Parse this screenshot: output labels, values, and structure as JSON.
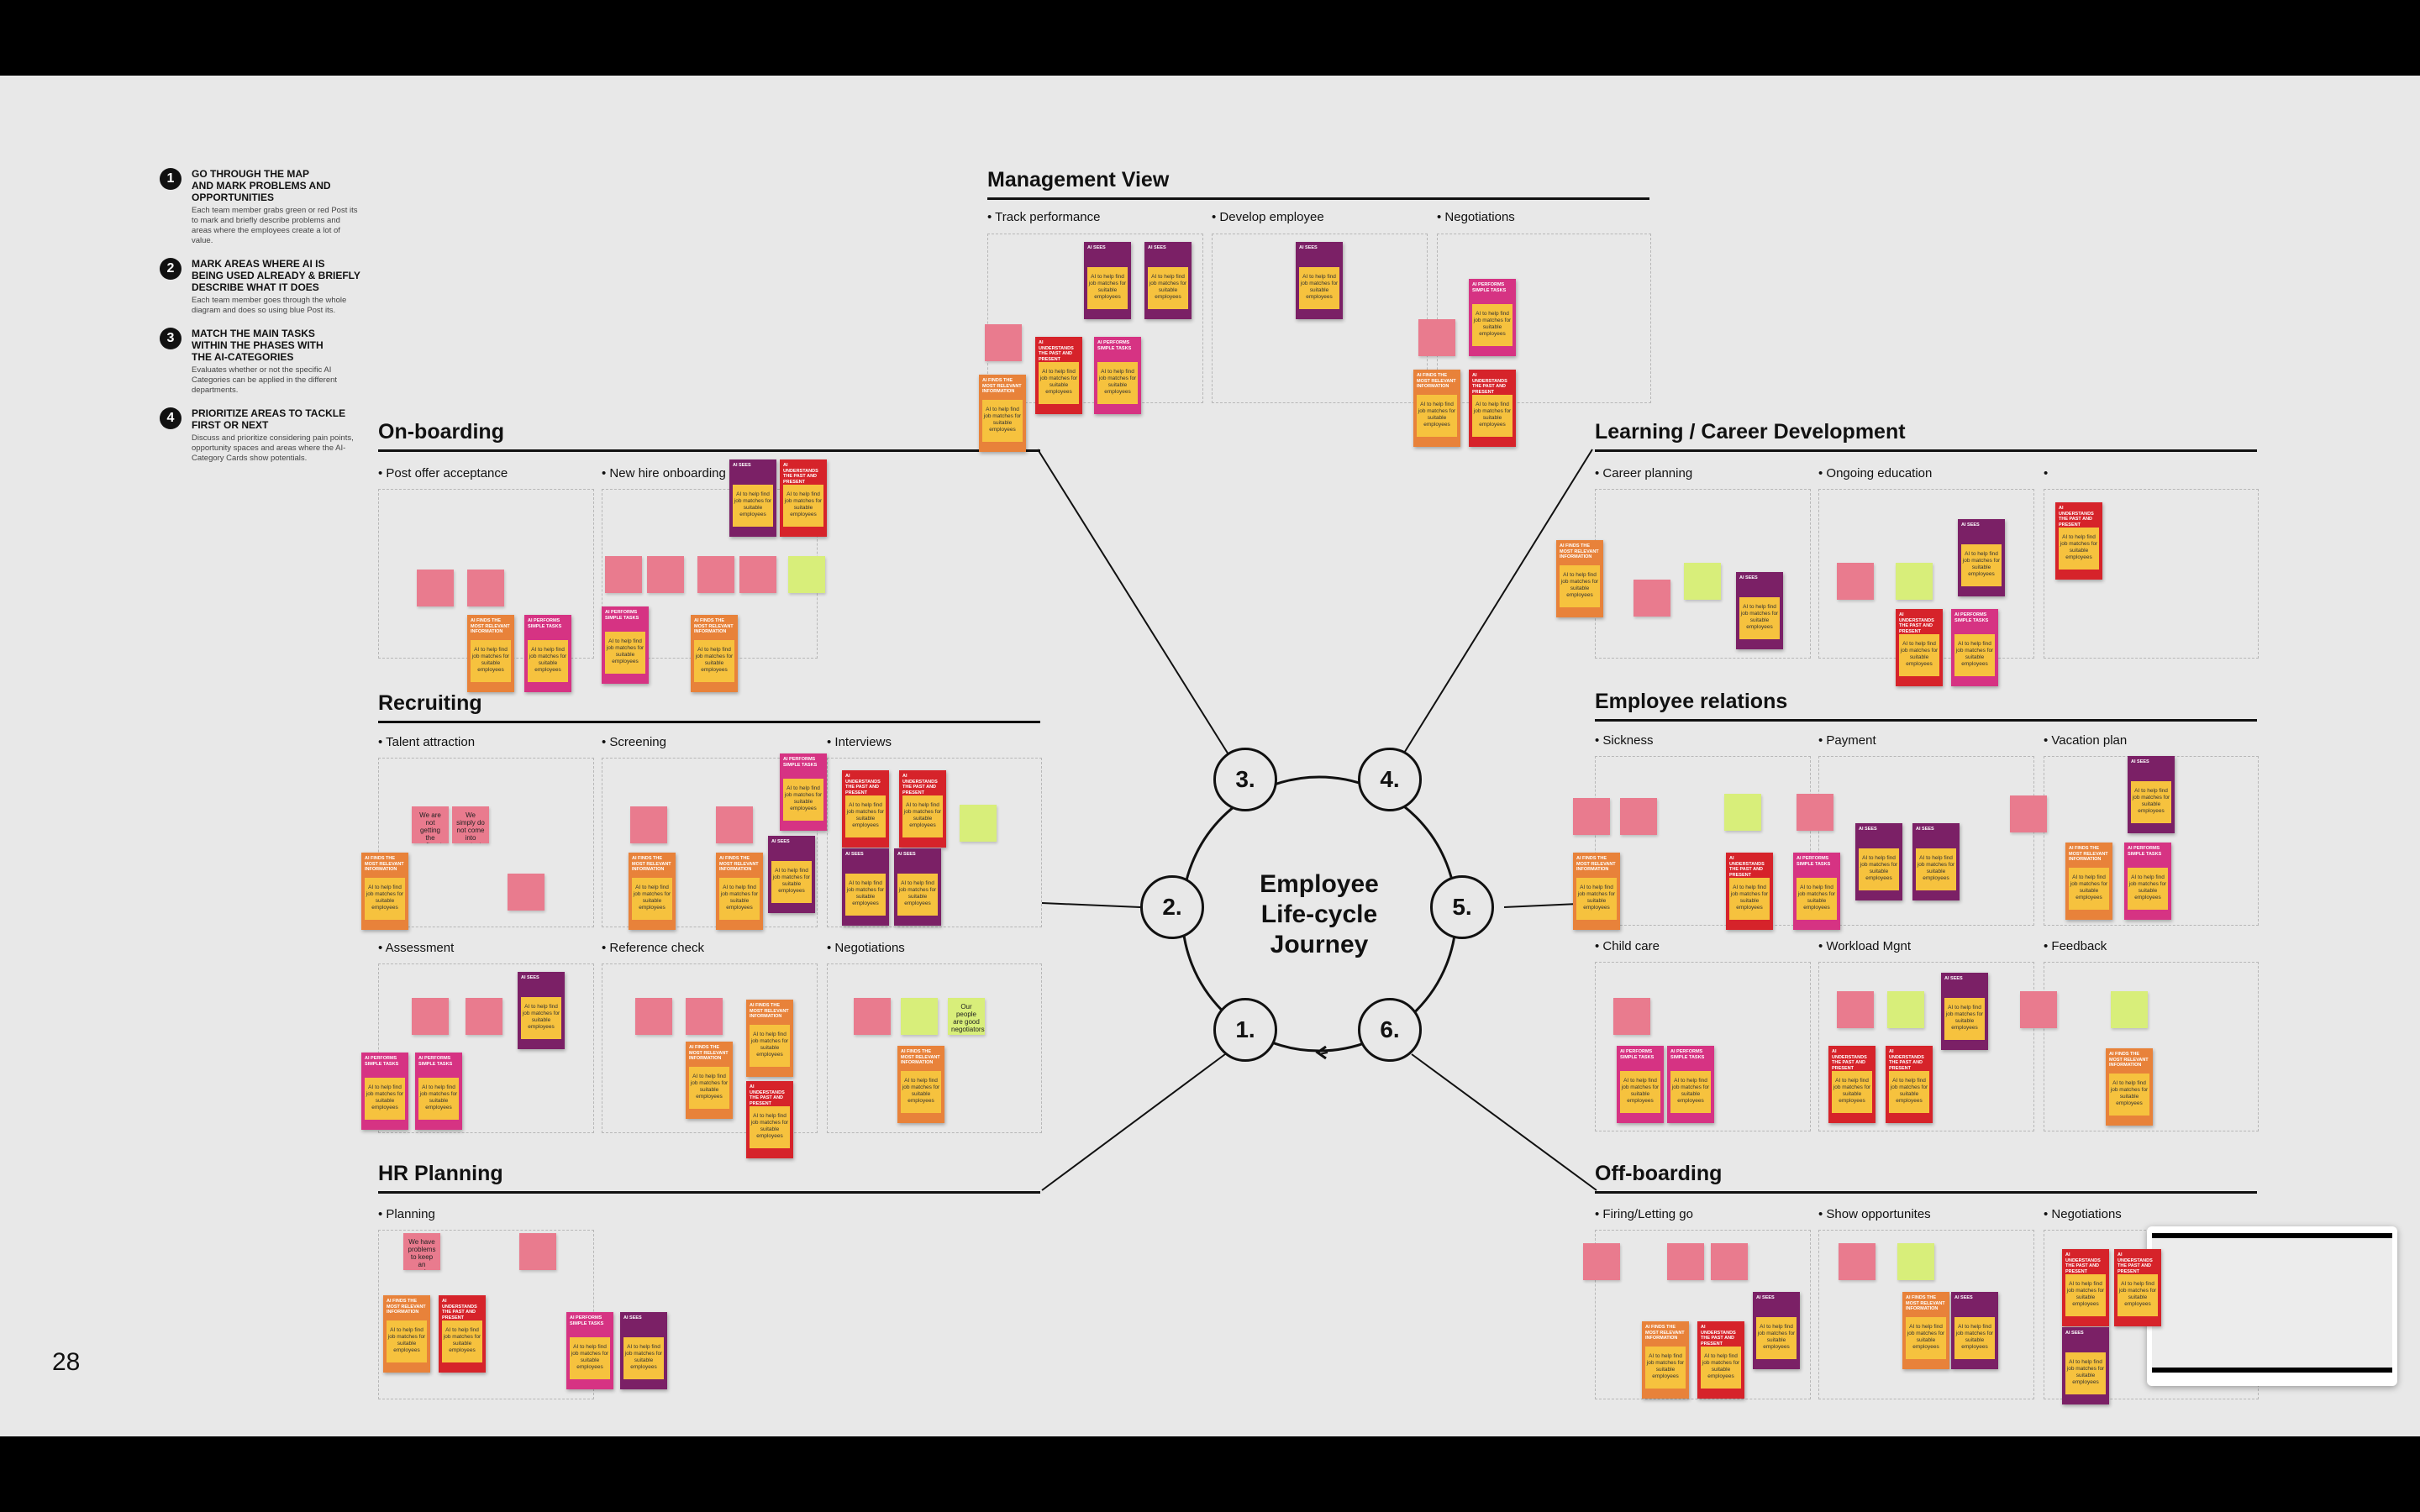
{
  "page_number": "28",
  "steps": [
    {
      "num": "1",
      "head": "GO THROUGH THE MAP\nAND MARK PROBLEMS AND\nOPPORTUNITIES",
      "desc": "Each team member grabs green or red Post its to mark and briefly describe problems and areas where the employees create a lot of value."
    },
    {
      "num": "2",
      "head": "MARK AREAS WHERE AI IS\nBEING USED ALREADY &  BRIEFLY\nDESCRIBE WHAT IT DOES",
      "desc": "Each team member goes through the whole diagram and does so using blue Post its."
    },
    {
      "num": "3",
      "head": "MATCH THE MAIN TASKS\nWITHIN THE PHASES WITH\nTHE AI-CATEGORIES",
      "desc": "Evaluates whether or not the specific AI Categories can be applied in the different departments."
    },
    {
      "num": "4",
      "head": "PRIORITIZE AREAS TO TACKLE\nFIRST OR NEXT",
      "desc": "Discuss and prioritize considering pain points, opportunity spaces and areas where the AI-Category Cards show potentials."
    }
  ],
  "center": {
    "line1": "Employee",
    "line2": "Life-cycle",
    "line3": "Journey"
  },
  "phases": [
    "1.",
    "2.",
    "3.",
    "4.",
    "5.",
    "6."
  ],
  "sections": {
    "management": {
      "title": "Management View",
      "subs": [
        "• Track performance",
        "• Develop employee",
        "• Negotiations"
      ]
    },
    "onboarding": {
      "title": "On-boarding",
      "subs": [
        "• Post offer acceptance",
        "• New hire onboarding"
      ]
    },
    "recruiting": {
      "title": "Recruiting",
      "subs": [
        "• Talent attraction",
        "• Screening",
        "• Interviews",
        "• Assessment",
        "• Reference check",
        "• Negotiations"
      ]
    },
    "hrplanning": {
      "title": "HR Planning",
      "subs": [
        "• Planning"
      ]
    },
    "learning": {
      "title": "Learning / Career Development",
      "subs": [
        "• Career planning",
        "• Ongoing education",
        "•"
      ]
    },
    "relations": {
      "title": "Employee relations",
      "subs": [
        "• Sickness",
        "• Payment",
        "• Vacation plan",
        "• Child care",
        "• Workload Mgnt",
        "• Feedback"
      ]
    },
    "offboarding": {
      "title": "Off-boarding",
      "subs": [
        "• Firing/Letting go",
        "• Show opportunites",
        "• Negotiations"
      ]
    }
  },
  "card_types": {
    "sees": "AI SEES",
    "performs": "AI PERFORMS SIMPLE TASKS",
    "finds": "AI FINDS THE MOST RELEVANT INFORMATION",
    "understands": "AI UNDERSTANDS THE PAST AND PRESENT"
  },
  "card_body": "AI to help find job matches for suitable employees",
  "readable_notes": {
    "not_getting": "We are not getting the applicants we need.",
    "no_contact": "We simply do not come into contact with them.",
    "our_people": "Our people are good negotiators.",
    "problems": "We have problems to keep an overview."
  },
  "colors": {
    "purple": "#7b2066",
    "red": "#d6232a",
    "orange": "#e8823a",
    "magenta": "#d63383",
    "yellow": "#f6c23e",
    "pink_note": "#e97b8e",
    "green_note": "#d8ee7a"
  }
}
